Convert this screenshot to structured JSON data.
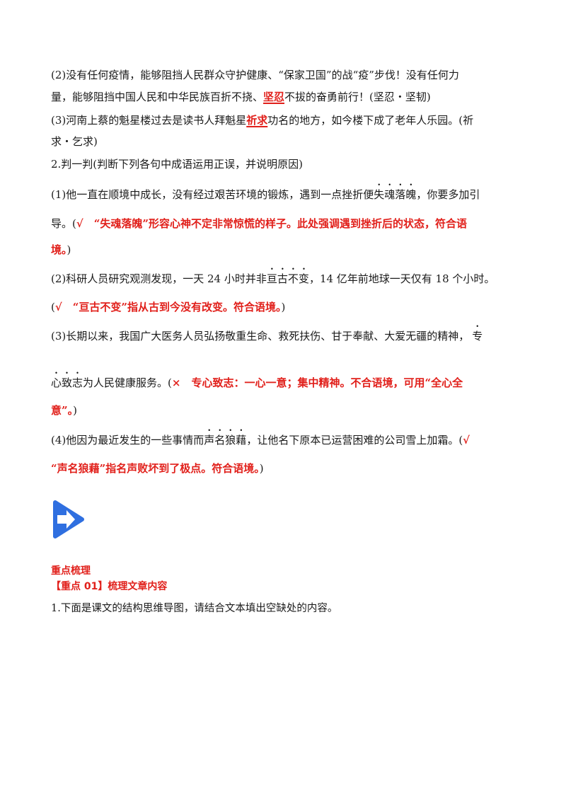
{
  "q1": {
    "item2_line1": "(2)没有任何疫情，能够阻挡人民群众守护健康、“保家卫国”的战“疫”步伐！没有任何力",
    "item2_line2_a": "量，能够阻挡中国人民和中华民族百折不挠、",
    "item2_answer": "坚忍",
    "item2_line2_b": "不拔的奋勇前行！(坚忍・坚韧)",
    "item3_line1_a": "(3)河南上蔡的魁星楼过去是读书人拜魁星",
    "item3_answer": "祈求",
    "item3_line1_b": "功名的地方，如今楼下成了老年人乐园。(祈",
    "item3_line2": "求・乞求)"
  },
  "q2": {
    "title": "2.判一判(判断下列各句中成语运用正误，并说明原因)",
    "s1_a": "(1)他一直在顺境中成长，没有经过艰苦环境的锻炼，遇到一点挫折便",
    "s1_idiom": [
      "失",
      "魂",
      "落",
      "魄"
    ],
    "s1_b": "，你要多加引",
    "s1_c": "导。(",
    "s1_answer1": "√　“失魂落魄”形容心神不定非常惊慌的样子。此处强调遇到挫折后的状态，符合语",
    "s1_answer2": "境。",
    "s1_close": ")",
    "s2_a": "(2)科研人员研究观测发现，一天 24 小时并非",
    "s2_idiom": [
      "亘",
      "古",
      "不",
      "变"
    ],
    "s2_b": "，14 亿年前地球一天仅有 18 个小时。",
    "s2_open": "(",
    "s2_answer": "√　“亘古不变”指从古到今没有改变。符合语境。",
    "s2_close": ")",
    "s3_a": "(3)长期以来，我国广大医务人员弘扬敬重生命、救死扶伤、甘于奉献、大爱无疆的精神，",
    "s3_first": "专",
    "s3_idiom_rest": [
      "心",
      "致",
      "志"
    ],
    "s3_b": "为人民健康服务。(",
    "s3_answer1": "×　专心致志：一心一意；集中精神。不合语境，可用“全心全",
    "s3_answer2": "意”。",
    "s3_close": ")",
    "s4_a": "(4)他因为最近发生的一些事情而",
    "s4_idiom": [
      "声",
      "名",
      "狼",
      "藉"
    ],
    "s4_b": "，让他名下原本已运营困难的公司雪上加霜。(",
    "s4_mark": "√",
    "s4_answer": "“声名狼藉”指名声败坏到了极点。符合语境。",
    "s4_close": ")"
  },
  "section": {
    "heading": "重点梳理",
    "subheading": "【重点 01】梳理文章内容",
    "instruction": "1.下面是课文的结构思维导图，请结合文本填出空缺处的内容。"
  },
  "colors": {
    "answer_red": "#e1201b",
    "badge_blue": "#2f6fe0"
  },
  "icons": {
    "badge": "arrow-right-icon"
  }
}
